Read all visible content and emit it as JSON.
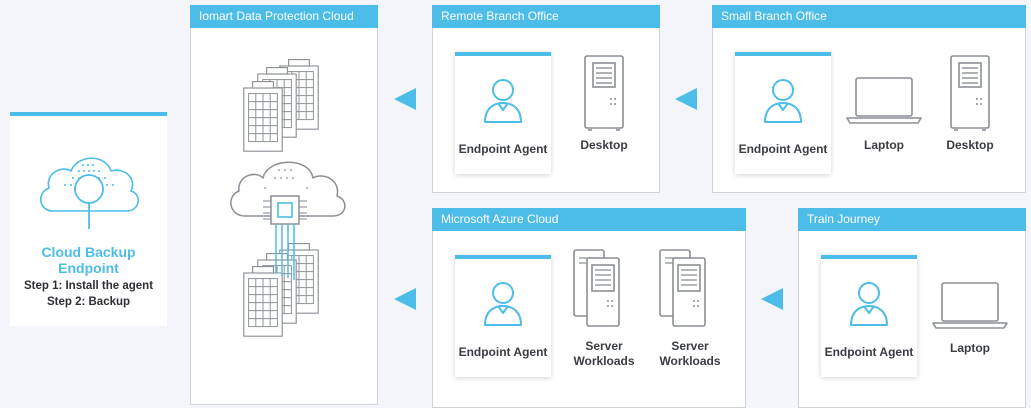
{
  "endpoint": {
    "title_line1": "Cloud Backup",
    "title_line2": "Endpoint",
    "step1": "Step 1: Install the agent",
    "step2": "Step 2: Backup"
  },
  "panels": {
    "iomart": {
      "title": "Iomart Data Protection Cloud"
    },
    "remote": {
      "title": "Remote Branch Office",
      "agent": "Endpoint Agent",
      "desktop": "Desktop"
    },
    "small": {
      "title": "Small Branch Office",
      "agent": "Endpoint Agent",
      "laptop": "Laptop",
      "desktop": "Desktop"
    },
    "azure": {
      "title": "Microsoft Azure Cloud",
      "agent": "Endpoint Agent",
      "server1_l1": "Server",
      "server1_l2": "Workloads",
      "server2_l1": "Server",
      "server2_l2": "Workloads"
    },
    "train": {
      "title": "Train Journey",
      "agent": "Endpoint Agent",
      "laptop": "Laptop"
    }
  },
  "colors": {
    "accent": "#4cbde8",
    "icon_gray": "#8a8f97",
    "background": "#f4f5fa"
  }
}
